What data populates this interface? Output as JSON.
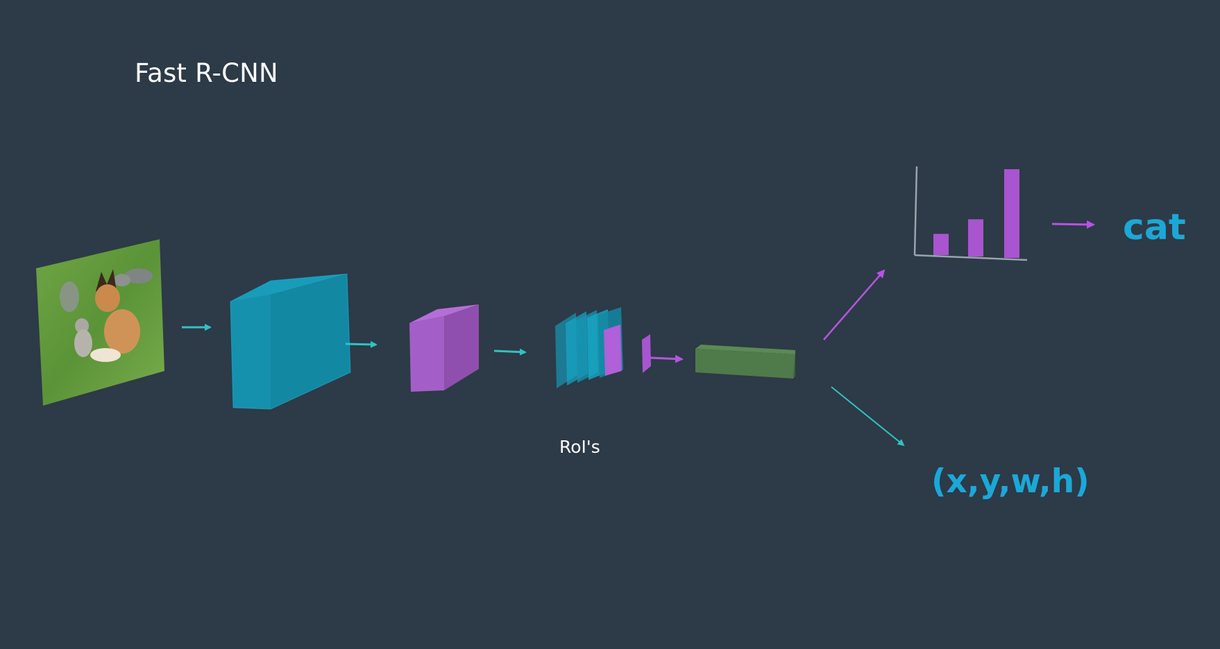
{
  "title": "Fast R-CNN",
  "rois_label": "RoI's",
  "class_output": "cat",
  "box_output": "(x,y,w,h)",
  "icons": {
    "input_image": "photo-of-dog-and-cat",
    "conv_block": "teal-3d-box",
    "feature_map": "purple-3d-box",
    "roi_stack": "stacked-roi-slices",
    "roi_pooling": "purple-slice",
    "fc_layer": "green-bar",
    "class_scores": "bar-chart-icon"
  },
  "class_score_chart": {
    "type": "bar",
    "values": [
      0.24,
      0.42,
      1.0
    ]
  },
  "colors": {
    "background": "#2d3a47",
    "teal": "#1596b3",
    "purple": "#a855cf",
    "green": "#4f7a4a",
    "output_text": "#1ba8d8",
    "arrow_teal": "#2fc3c3",
    "arrow_purple": "#b455e0"
  }
}
